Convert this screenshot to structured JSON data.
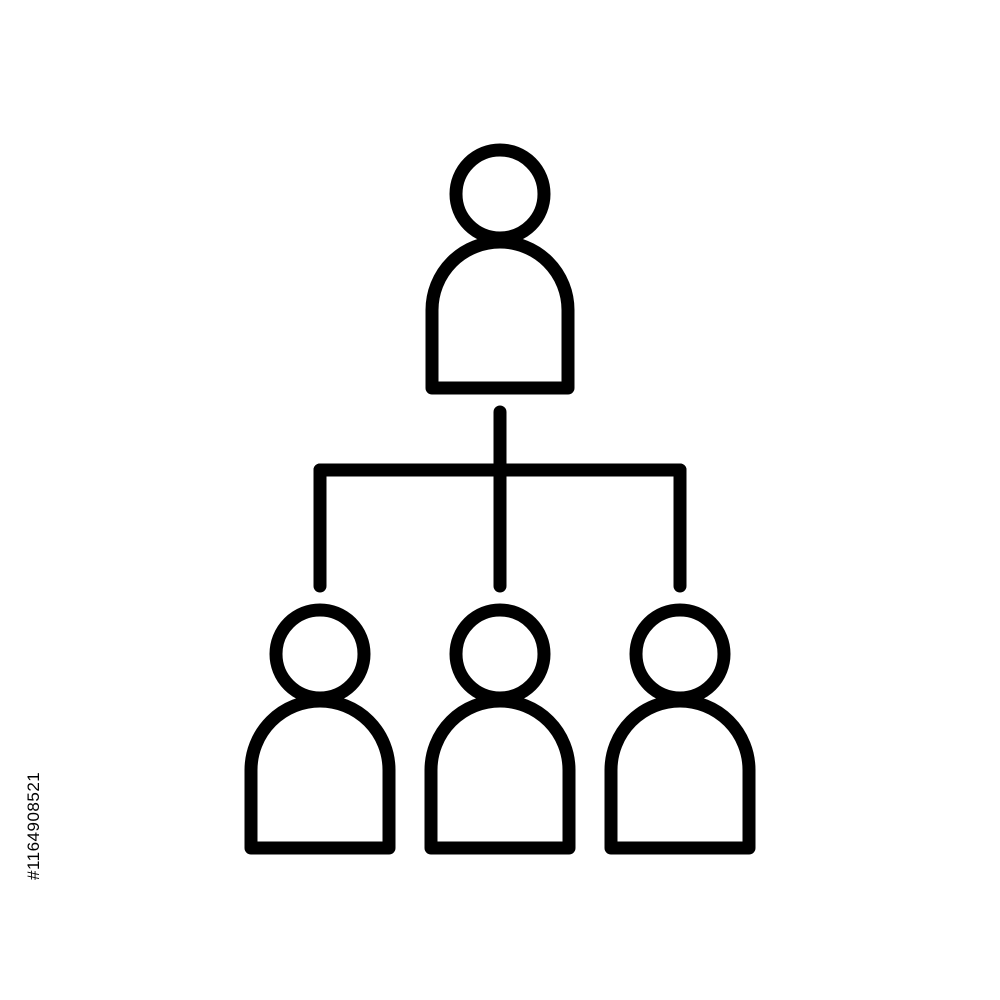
{
  "diagram": {
    "type": "hierarchy-icon",
    "stroke_color": "#000000",
    "background": "#ffffff",
    "nodes": [
      {
        "id": "top",
        "role": "parent",
        "icon": "person-icon"
      },
      {
        "id": "left",
        "role": "child",
        "icon": "person-icon"
      },
      {
        "id": "middle",
        "role": "child",
        "icon": "person-icon"
      },
      {
        "id": "right",
        "role": "child",
        "icon": "person-icon"
      }
    ],
    "edges": [
      {
        "from": "top",
        "to": "left"
      },
      {
        "from": "top",
        "to": "middle"
      },
      {
        "from": "top",
        "to": "right"
      }
    ]
  },
  "watermark": {
    "stock_id": "#1164908521"
  }
}
